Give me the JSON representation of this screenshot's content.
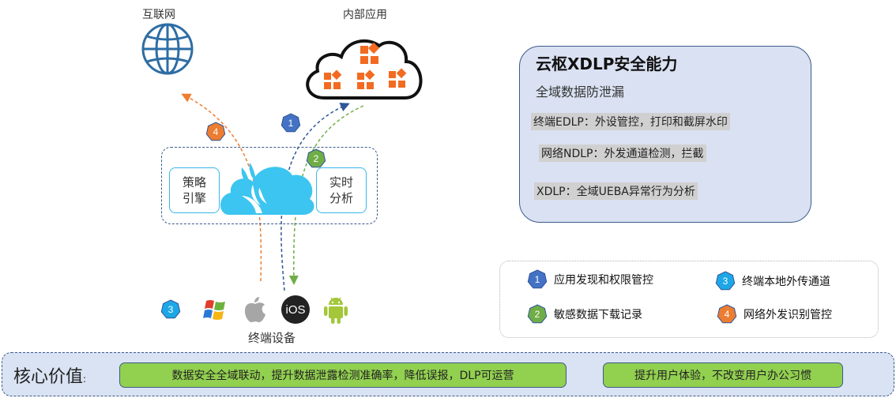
{
  "top": {
    "internet_label": "互联网",
    "internal_app_label": "内部应用"
  },
  "engine": {
    "left_box": {
      "line1": "策略",
      "line2": "引擎"
    },
    "right_box": {
      "line1": "实时",
      "line2": "分析"
    }
  },
  "flows": [
    {
      "id": "1",
      "color": "#4472c4",
      "direction": "endpoint-to-internal-app"
    },
    {
      "id": "2",
      "color": "#70ad47",
      "direction": "internal-app-to-endpoint"
    },
    {
      "id": "3",
      "color": "#1ea7e6",
      "direction": "endpoint-local"
    },
    {
      "id": "4",
      "color": "#ed7d31",
      "direction": "endpoint-to-internet"
    }
  ],
  "devices": {
    "label": "终端设备",
    "icons": [
      "windows-icon",
      "apple-icon",
      "ios-icon",
      "android-icon"
    ],
    "ios_text": "iOS"
  },
  "capability": {
    "title": "云枢XDLP安全能力",
    "subtitle": "全域数据防泄漏",
    "items": [
      "终端EDLP：外设管控，打印和截屏水印",
      "网络NDLP：外发通道检测，拦截",
      "XDLP：全域UEBA异常行为分析"
    ]
  },
  "legend": {
    "items": [
      {
        "num": "1",
        "color": "#4472c4",
        "label": "应用发现和权限管控"
      },
      {
        "num": "3",
        "color": "#1ea7e6",
        "label": "终端本地外传通道"
      },
      {
        "num": "2",
        "color": "#70ad47",
        "label": "敏感数据下载记录"
      },
      {
        "num": "4",
        "color": "#ed7d31",
        "label": "网络外发识别管控"
      }
    ]
  },
  "core_value": {
    "label": "核心价值",
    "colon": ":",
    "items": [
      "数据安全全域联动，提升数据泄露检测准确率，降低误报，DLP可运营",
      "提升用户体验，不改变用户办公习惯"
    ]
  }
}
